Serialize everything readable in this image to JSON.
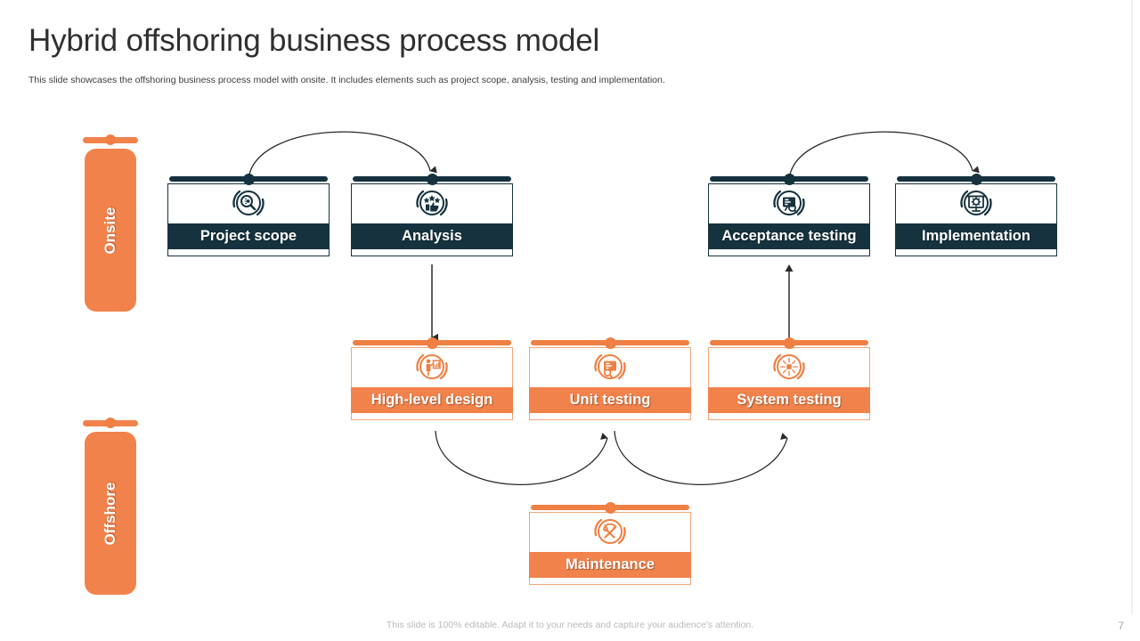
{
  "slide": {
    "title": "Hybrid offshoring business process model",
    "subtitle": "This slide showcases the offshoring business process model with onsite. It includes elements such as project scope, analysis, testing and implementation.",
    "footer_note": "This slide is 100% editable. Adapt it to your needs and capture your audience's attention.",
    "page_number": "7"
  },
  "colors": {
    "onsite_dark": "#16323f",
    "offshore_orange": "#f2824b",
    "accent_dot": "#ef7f42",
    "title_text": "#2f2f2f",
    "connector_line": "#2b2b2b",
    "footer_text": "#b9b9b9"
  },
  "rails": [
    {
      "id": "onsite",
      "label": "Onsite",
      "color": "#f2824b"
    },
    {
      "id": "offshore",
      "label": "Offshore",
      "color": "#f2824b"
    }
  ],
  "cards": [
    {
      "id": "project-scope",
      "label": "Project scope",
      "row": "onsite",
      "theme": "dark",
      "icon": "magnifier-search-icon"
    },
    {
      "id": "analysis",
      "label": "Analysis",
      "row": "onsite",
      "theme": "dark",
      "icon": "thumbs-up-rating-icon"
    },
    {
      "id": "acceptance-testing",
      "label": "Acceptance testing",
      "row": "onsite",
      "theme": "dark",
      "icon": "monitor-checklist-icon"
    },
    {
      "id": "implementation",
      "label": "Implementation",
      "row": "onsite",
      "theme": "dark",
      "icon": "presentation-gear-icon"
    },
    {
      "id": "high-level-design",
      "label": "High-level design",
      "row": "offshore",
      "theme": "orange",
      "icon": "person-presenting-chart-icon"
    },
    {
      "id": "unit-testing",
      "label": "Unit testing",
      "row": "offshore",
      "theme": "orange",
      "icon": "screen-search-icon"
    },
    {
      "id": "system-testing",
      "label": "System testing",
      "row": "offshore",
      "theme": "orange",
      "icon": "compass-radial-icon"
    },
    {
      "id": "maintenance",
      "label": "Maintenance",
      "row": "offshore",
      "theme": "orange",
      "icon": "wrench-screwdriver-icon"
    }
  ],
  "connectors": [
    {
      "id": "project-scope-to-analysis",
      "from": "project-scope",
      "to": "analysis",
      "shape": "arc-over",
      "color": "#2b2b2b"
    },
    {
      "id": "analysis-to-high-level-design",
      "from": "analysis",
      "to": "high-level-design",
      "shape": "straight-down",
      "color": "#2b2b2b"
    },
    {
      "id": "high-level-design-to-unit-testing",
      "from": "high-level-design",
      "to": "unit-testing",
      "shape": "arc-under",
      "color": "#2b2b2b"
    },
    {
      "id": "unit-testing-to-system-testing",
      "from": "unit-testing",
      "to": "system-testing",
      "shape": "arc-under",
      "color": "#2b2b2b"
    },
    {
      "id": "system-testing-to-acceptance-testing",
      "from": "system-testing",
      "to": "acceptance-testing",
      "shape": "straight-up",
      "color": "#2b2b2b"
    },
    {
      "id": "acceptance-testing-to-implementation",
      "from": "acceptance-testing",
      "to": "implementation",
      "shape": "arc-over",
      "color": "#2b2b2b"
    }
  ]
}
